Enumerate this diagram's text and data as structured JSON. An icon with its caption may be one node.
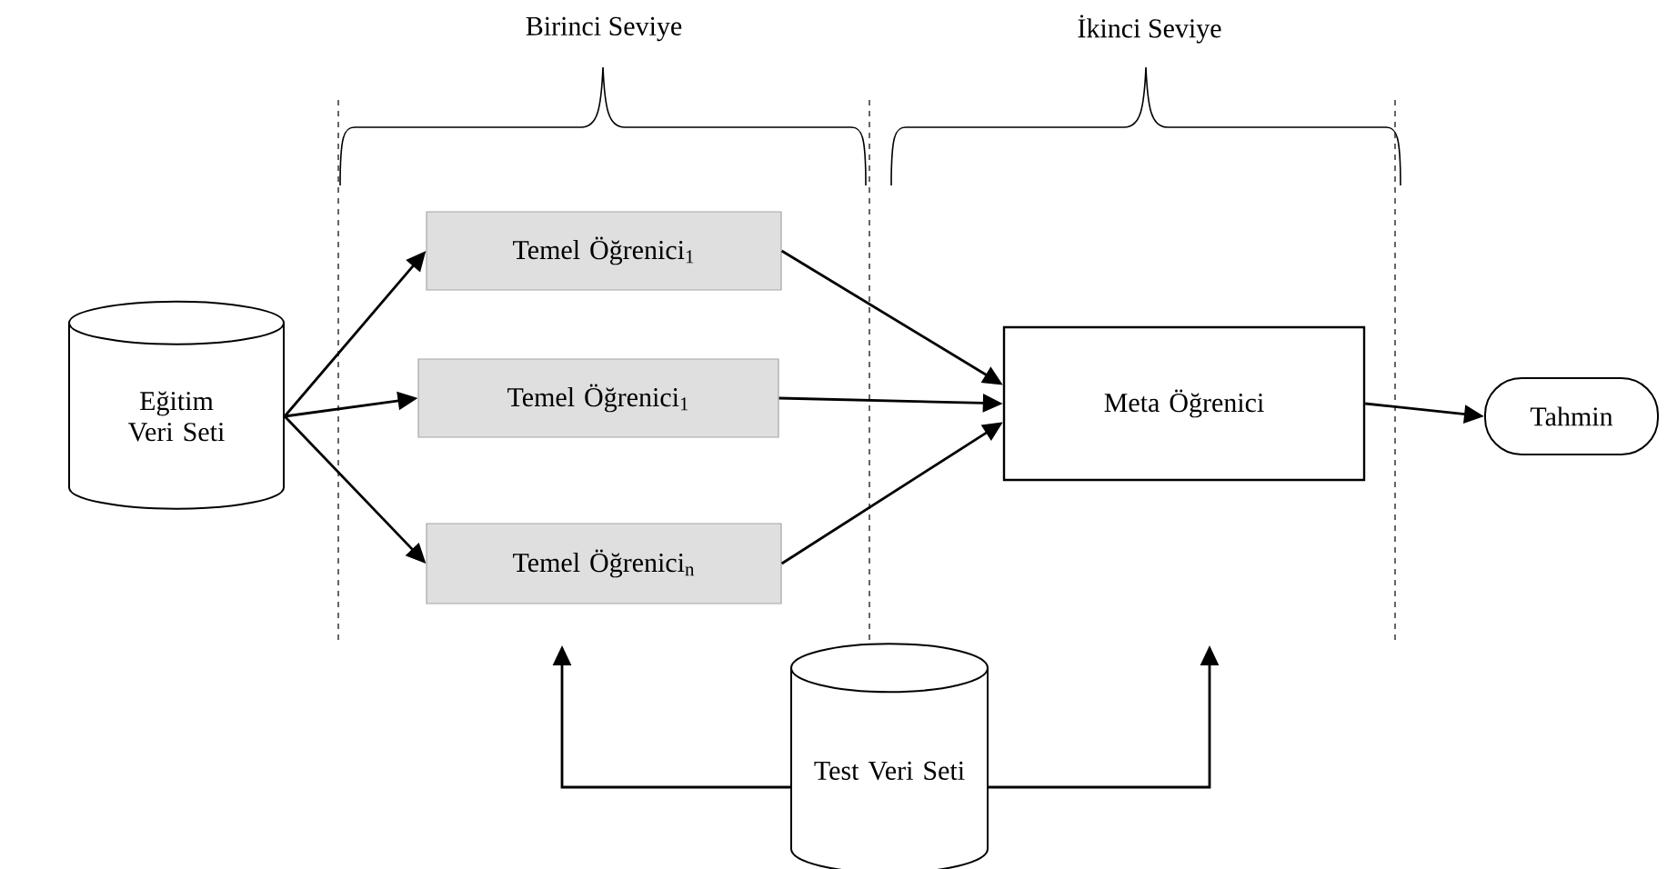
{
  "diagram": {
    "nodes": [
      {
        "text": [
          "Eğitim Veri Seti"
        ]
      },
      {
        "text": [
          "Temel Öğrenici$_{1}$"
        ]
      },
      {
        "text": [
          "Temel Öğrenici$_{1}$"
        ]
      },
      {
        "text": [
          "Temel Öğrenici$_{n}$"
        ]
      },
      {
        "text": [
          "Meta Öğrenici"
        ]
      },
      {
        "text": [
          "Tahmin"
        ]
      },
      {
        "text": [
          "Test Veri Seti"
        ]
      }
    ],
    "edges": [
      {
        "from": 0,
        "to": 1,
        "arrow": "to"
      },
      {
        "from": 0,
        "to": 2,
        "arrow": "to"
      },
      {
        "from": 0,
        "to": 3,
        "arrow": "to"
      },
      {
        "from": 1,
        "to": 4,
        "arrow": "to"
      },
      {
        "from": 2,
        "to": 4,
        "arrow": "to"
      },
      {
        "from": 3,
        "to": 4,
        "arrow": "to"
      },
      {
        "from": 4,
        "to": 5,
        "arrow": "to"
      },
      {
        "from": 6,
        "to": null,
        "arrow": "to"
      },
      {
        "from": 6,
        "to": null,
        "arrow": "to"
      }
    ],
    "labels": [
      "Birinci Seviye",
      "İkinci Seviye"
    ]
  }
}
